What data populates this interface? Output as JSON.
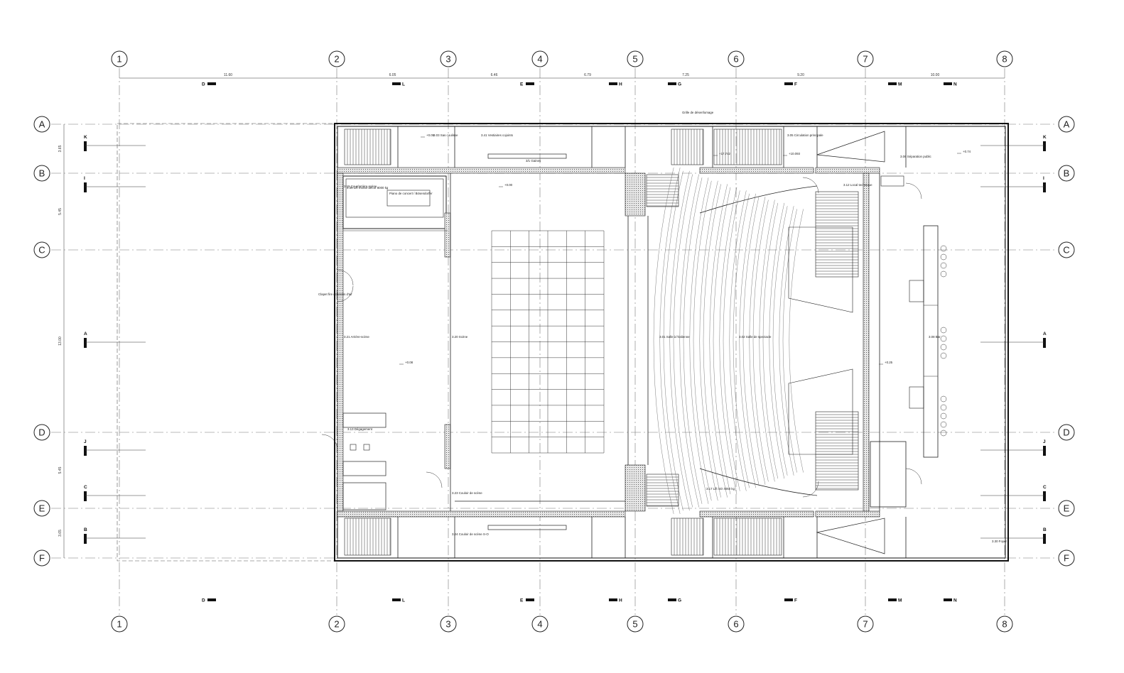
{
  "plan": {
    "vertical_axes": [
      {
        "label": "1",
        "x_dim": "11.60"
      },
      {
        "label": "2",
        "x_dim": "6.05"
      },
      {
        "label": "3",
        "x_dim": "6.46"
      },
      {
        "label": "4",
        "x_dim": "6.79"
      },
      {
        "label": "5",
        "x_dim": "7.25"
      },
      {
        "label": "6",
        "x_dim": "9.20"
      },
      {
        "label": "7",
        "x_dim": "10.00"
      },
      {
        "label": "8",
        "x_dim": ""
      }
    ],
    "horizontal_axes": [
      {
        "label": "A",
        "y_dim": "3.65"
      },
      {
        "label": "B",
        "y_dim": "5.45"
      },
      {
        "label": "C",
        "y_dim": "13.00"
      },
      {
        "label": "D",
        "y_dim": "5.45"
      },
      {
        "label": "E",
        "y_dim": "3.65"
      },
      {
        "label": "F",
        "y_dim": ""
      }
    ],
    "section_markers_top": [
      "D",
      "L",
      "E",
      "H",
      "G",
      "F",
      "M",
      "N"
    ],
    "section_markers_bottom": [
      "D",
      "L",
      "E",
      "H",
      "G",
      "F",
      "M",
      "N"
    ],
    "section_markers_side": [
      "K",
      "I",
      "A",
      "J",
      "C",
      "B"
    ],
    "room_labels": [
      "3.03 Sas coulisse",
      "3.41 Vestiaires cojoints",
      "3.05 Circulation principale",
      "3.06 Séparation public",
      "3.15 Cour/arrière-scène",
      "3.21 Arrière-scène",
      "3.20 Scène",
      "3.01 Salle à l'italienne",
      "3.02 Salle de spectacle",
      "3.23 Couloir de scène",
      "3.24 Couloir de scène S-O",
      "3.08 Bar",
      "3.30 Foyer",
      "3.17 Lift SO 4050 kg",
      "3.36 Lift monte-décor 8000 kg",
      "3.13 Dégagement",
      "3.12 Local technique"
    ],
    "notes": [
      "Grille de désenfumage",
      "Clapet fire / chassis d'air",
      "Piano de concert / Bösendorfer",
      "3/1 Gaines"
    ],
    "elevations": [
      "+0.00",
      "+0.05",
      "+0.74",
      "+0.08",
      "+0.25",
      "+17.742",
      "+10.093"
    ]
  }
}
